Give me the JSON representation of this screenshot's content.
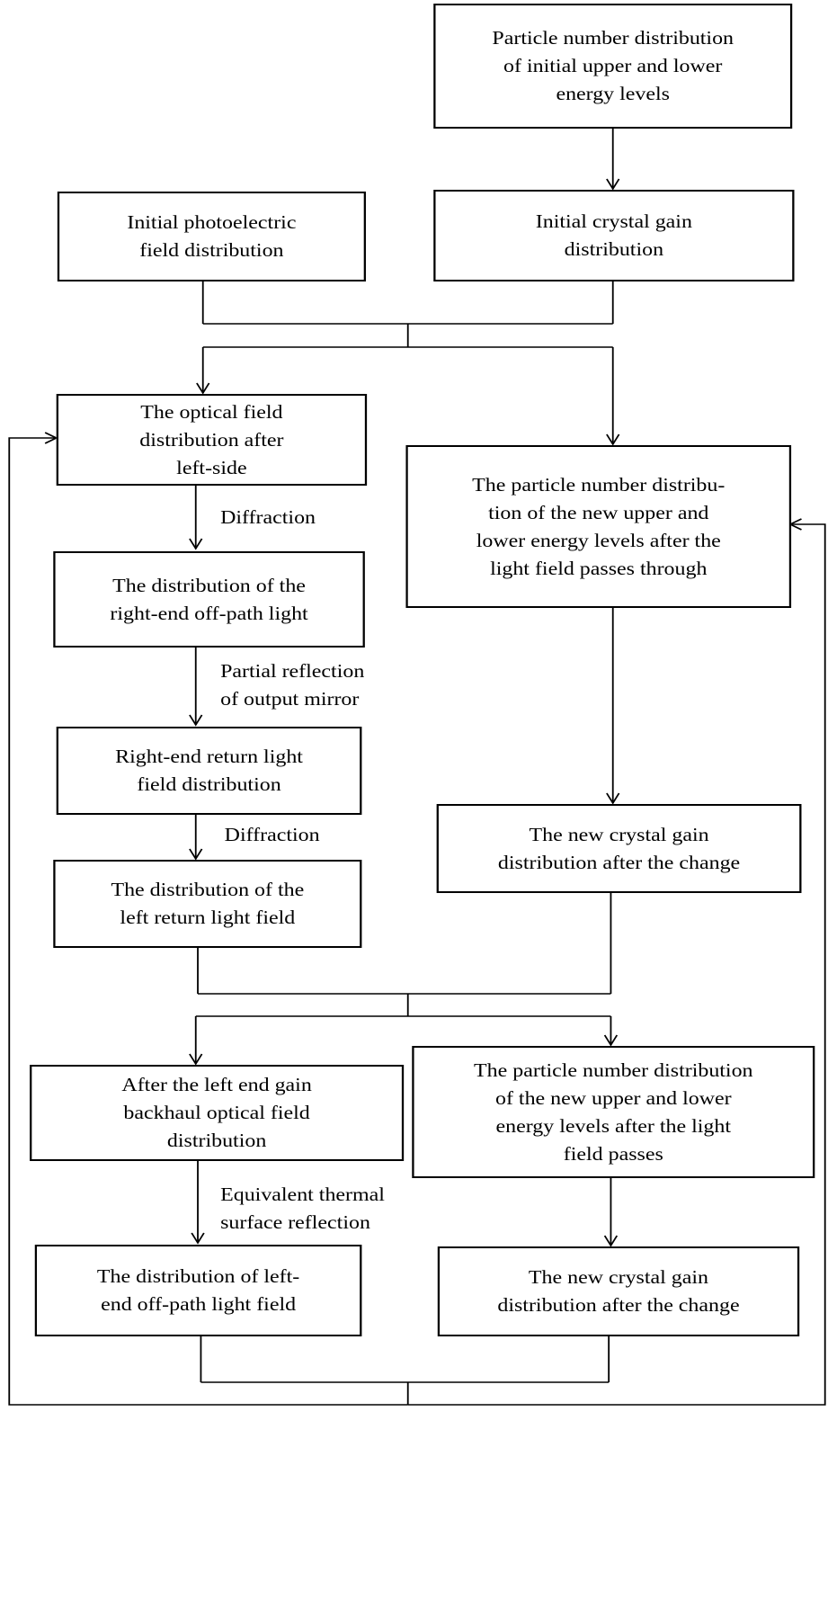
{
  "boxes": {
    "initial_particle": "Particle number distribution\nof initial upper and lower\nenergy levels",
    "initial_photoelectric": "Initial photoelectric\nfield distribution",
    "initial_crystal_gain": "Initial crystal gain\ndistribution",
    "optical_field_left": "The optical field\ndistribution after\nleft-side",
    "particle_new_through": "The particle number distribu-\ntion of the new upper and\nlower energy levels after the\nlight field passes through",
    "right_end_offpath": "The distribution of the\nright-end off-path light",
    "right_end_return": "Right-end return light\nfield distribution",
    "new_crystal_gain_1": "The new crystal gain\ndistribution after the change",
    "left_return": "The distribution of the\nleft return light field",
    "left_end_gain_backhaul": "After the left end gain\nbackhaul optical field\ndistribution",
    "particle_new_passes": "The particle number distribution\nof the new upper and lower\nenergy levels after the light\nfield passes",
    "left_end_offpath": "The distribution of left-\nend off-path light field",
    "new_crystal_gain_2": "The new crystal gain\ndistribution after the change"
  },
  "labels": {
    "diffraction_1": "Diffraction",
    "partial_reflection": "Partial reflection\nof output mirror",
    "diffraction_2": "Diffraction",
    "thermal_reflection": "Equivalent thermal\nsurface reflection"
  }
}
